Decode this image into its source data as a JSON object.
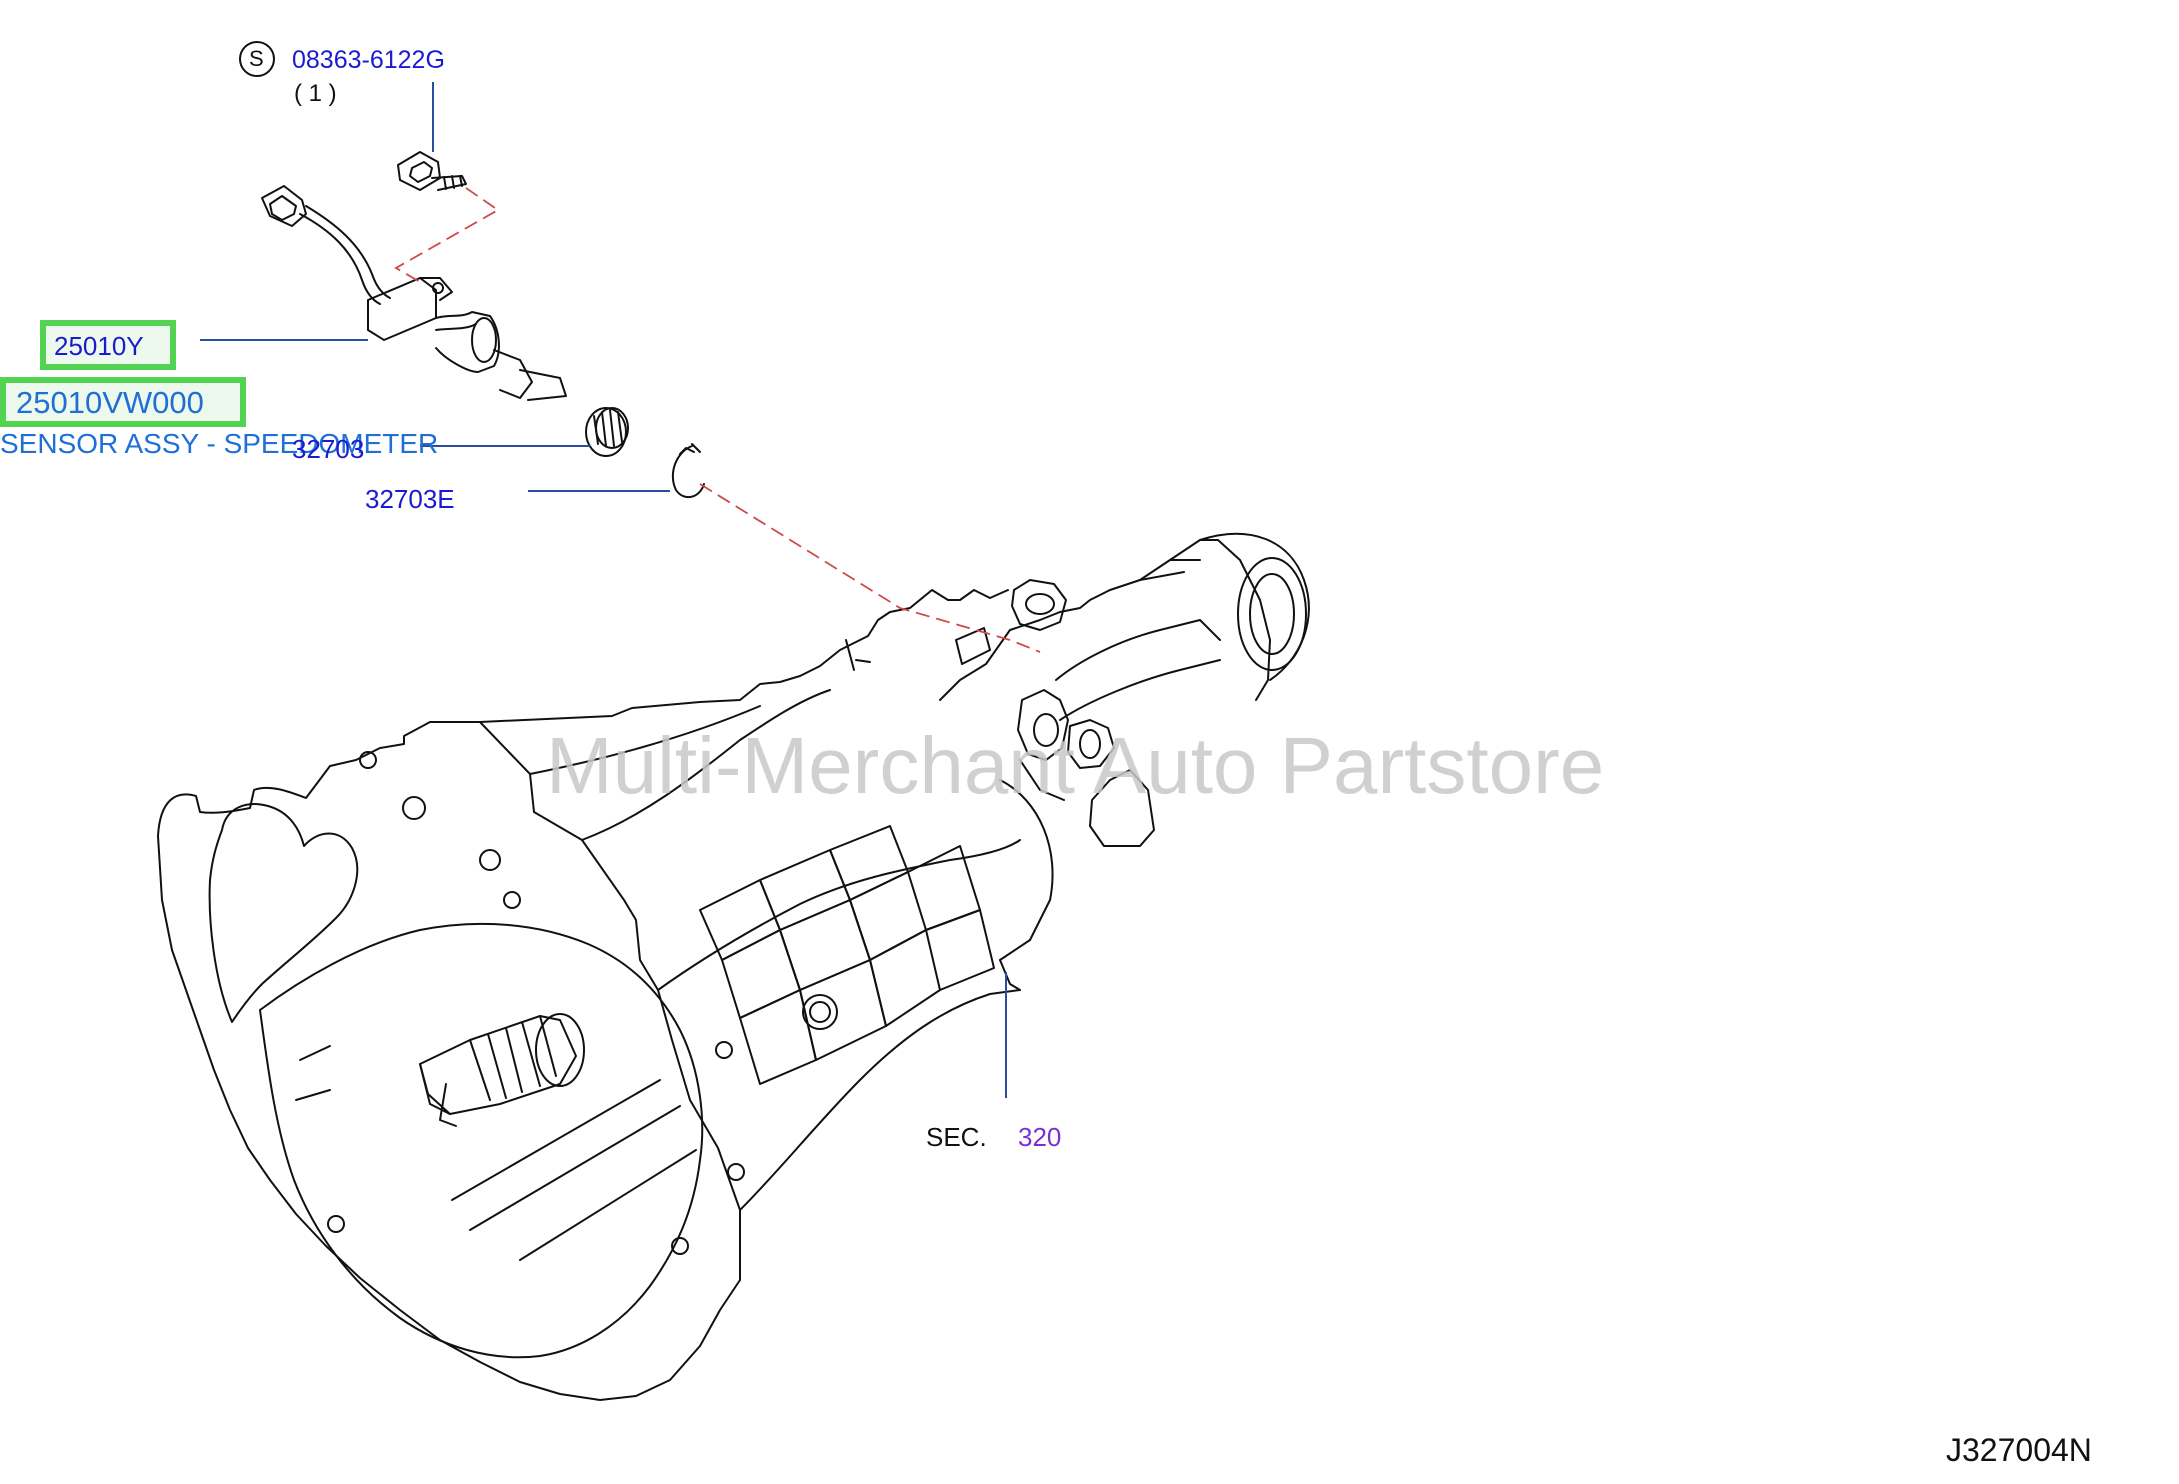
{
  "callouts": {
    "screw_symbol": "S",
    "screw_part": "08363-6122G",
    "screw_qty": "( 1 )",
    "sensor_code": "25010Y",
    "sensor_part_number": "25010VW000",
    "sensor_name": "SENSOR ASSY - SPEEDOMETER",
    "gear_code": "32703",
    "clip_code": "32703E",
    "section_prefix": "SEC.",
    "section_number": "320"
  },
  "watermark": "Multi-Merchant Auto Partstore",
  "diagram_code": "J327004N",
  "colors": {
    "part_number_blue": "#1a1ad2",
    "highlight_blue": "#1f6fd6",
    "highlight_border": "#52d452",
    "section_purple": "#7a2fd6",
    "leader_line": "#2a4e9e",
    "dashed_line": "#d04a4a",
    "watermark_gray": "#c8c8c8"
  }
}
